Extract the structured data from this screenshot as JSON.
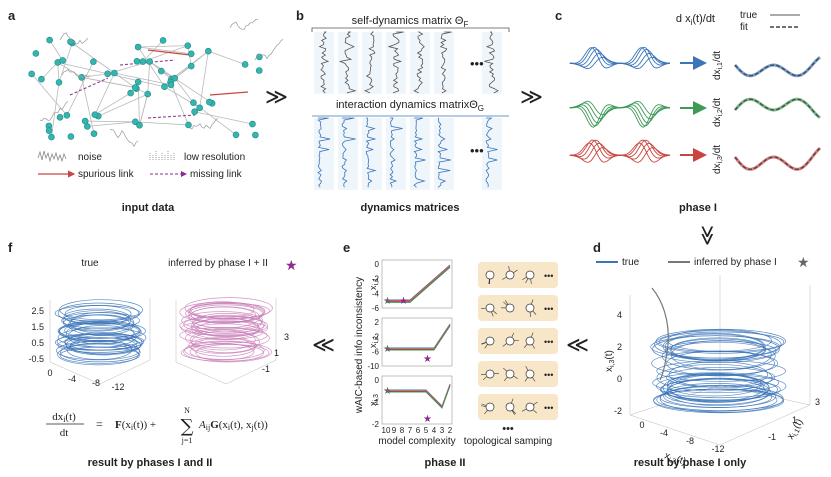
{
  "panels": {
    "a": {
      "letter": "a",
      "caption": "input data",
      "legend_noise": "noise",
      "legend_lowres": "low resolution",
      "legend_spurious": "spurious link",
      "legend_missing": "missing link"
    },
    "b": {
      "letter": "b",
      "caption": "dynamics matrices",
      "self_title": "self-dynamics matrix Θ",
      "self_sub": "F",
      "inter_title": "interaction dynamics matrixΘ",
      "inter_sub": "G",
      "ellipsis": "•••"
    },
    "c": {
      "letter": "c",
      "caption": "phase I",
      "deriv_label": "d x",
      "deriv_sub": "i",
      "deriv_rest": "(t)/dt",
      "legend_true": "true",
      "legend_fit": "fit",
      "ylabels": [
        {
          "main": "dx",
          "sub": "i,1",
          "rest": "/dt"
        },
        {
          "main": "dx",
          "sub": "i,2",
          "rest": "/dt"
        },
        {
          "main": "dx",
          "sub": "i,3",
          "rest": "/dt"
        }
      ]
    },
    "d": {
      "letter": "d",
      "caption": "result by phase I only",
      "legend_true": "true",
      "legend_inferred": "inferred by phase I",
      "z_ticks": [
        "4",
        "2",
        "0",
        "-2"
      ],
      "x_ticks": [
        "0",
        "-4",
        "-8",
        "-12"
      ],
      "y_ticks": [
        "3",
        "1",
        "-1"
      ],
      "z_label": {
        "main": "x",
        "sub": "i,3",
        "rest": "(t)"
      },
      "x_label": {
        "main": "x",
        "sub": "i,2",
        "rest": "(t)"
      },
      "y_label": {
        "main": "x",
        "sub": "i,1",
        "rest": "(t)"
      }
    },
    "e": {
      "letter": "e",
      "caption": "phase II",
      "y_axis_title": "wAIC-based info inconsistency",
      "x_axis_title": "model complexity",
      "topo_label": "topological samping",
      "x_ticks": [
        "10",
        "9",
        "8",
        "7",
        "6",
        "5",
        "4",
        "3",
        "2"
      ],
      "subplots": [
        {
          "ylabel_main": "x",
          "ylabel_sub": "i,1",
          "ticks": [
            "0",
            "-2",
            "-4",
            "-6"
          ]
        },
        {
          "ylabel_main": "x",
          "ylabel_sub": "i,2",
          "ticks": [
            "2",
            "-2",
            "-6",
            "-10"
          ]
        },
        {
          "ylabel_main": "x",
          "ylabel_sub": "i,3",
          "ticks": [
            "0",
            "-1",
            "-2"
          ]
        }
      ],
      "ellipsis": "•••"
    },
    "f": {
      "letter": "f",
      "caption": "result by phases I and II",
      "title_true": "true",
      "title_inferred": "inferred by phase I + II",
      "z_ticks": [
        "2.5",
        "1.5",
        "0.5",
        "-0.5"
      ],
      "x_ticks": [
        "0",
        "-4",
        "-8",
        "-12"
      ],
      "y_ticks": [
        "3",
        "1",
        "-1"
      ],
      "eq_lhs_num": "dx",
      "eq_lhs_sub": "i",
      "eq_lhs_t": "(t)",
      "eq_lhs_den": "dt",
      "eq_equals": "=",
      "eq_F": "F",
      "eq_F_arg": "(x",
      "eq_F_argsub": "i",
      "eq_F_argrest": "(t)) +",
      "eq_sum_top": "N",
      "eq_sum_bot": "j=1",
      "eq_A": "A",
      "eq_A_sub": "ij",
      "eq_G": "G",
      "eq_G_arg": "(x",
      "eq_G_sub1": "i",
      "eq_G_mid": "(t), x",
      "eq_G_sub2": "j",
      "eq_G_end": "(t))"
    }
  },
  "chevrons": [
    "≫",
    "≫",
    "≪",
    "≪"
  ],
  "colors": {
    "teal": "#35b5b0",
    "blue": "#3b74b8",
    "green": "#3f9a5a",
    "red": "#c9453f",
    "purple": "#8a2c91",
    "pink": "#c980b8",
    "gray": "#777777",
    "beige": "#f8e6c8"
  }
}
